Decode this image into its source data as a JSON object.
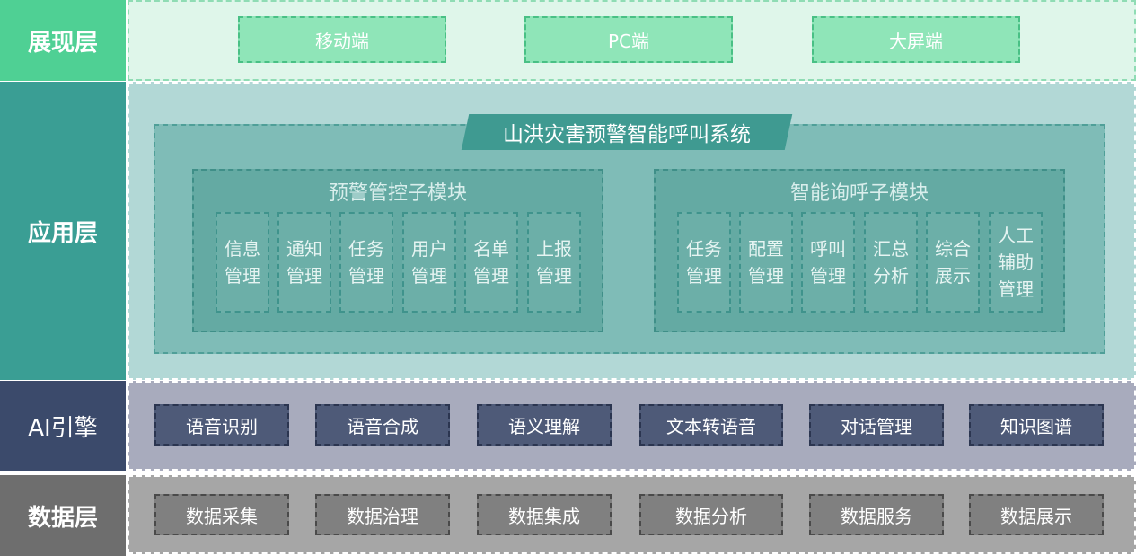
{
  "layers": {
    "presentation": {
      "label": "展现层",
      "items": [
        "移动端",
        "PC端",
        "大屏端"
      ]
    },
    "application": {
      "label": "应用层",
      "system_title": "山洪灾害预警智能呼叫系统",
      "modules": [
        {
          "title": "预警管控子模块",
          "items": [
            "信息管理",
            "通知管理",
            "任务管理",
            "用户管理",
            "名单管理",
            "上报管理"
          ]
        },
        {
          "title": "智能询呼子模块",
          "items": [
            "任务管理",
            "配置管理",
            "呼叫管理",
            "汇总分析",
            "综合展示",
            "人工辅助管理"
          ]
        }
      ]
    },
    "ai_engine": {
      "label": "AI引擎",
      "items": [
        "语音识别",
        "语音合成",
        "语义理解",
        "文本转语音",
        "对话管理",
        "知识图谱"
      ]
    },
    "data": {
      "label": "数据层",
      "items": [
        "数据采集",
        "数据治理",
        "数据集成",
        "数据分析",
        "数据服务",
        "数据展示"
      ]
    }
  },
  "colors": {
    "presentation": "#4fd094",
    "application": "#3a9e94",
    "ai_engine": "#3b4a6b",
    "data": "#6e6e6e"
  }
}
